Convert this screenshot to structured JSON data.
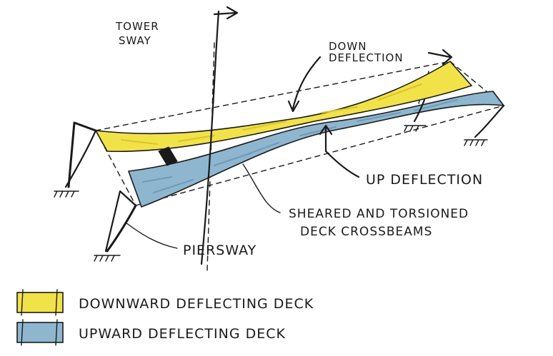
{
  "diagram": {
    "labels": {
      "tower_sway": [
        "TOWER",
        "SWAY"
      ],
      "down_deflection": [
        "DOWN",
        "DEFLECTION"
      ],
      "up_deflection": "UP DEFLECTION",
      "sheared_beams": [
        "SHEARED AND TORSIONED",
        "DECK CROSSBEAMS"
      ],
      "pier_sway": "PIERSWAY"
    },
    "legend": [
      {
        "label": "DOWNWARD DEFLECTING DECK",
        "color": "#f2e24a"
      },
      {
        "label": "UPWARD DEFLECTING DECK",
        "color": "#8fb6cf"
      }
    ],
    "colors": {
      "ink": "#1a1a1a",
      "yellow_deck": "#f2e24a",
      "blue_deck": "#8fb6cf"
    }
  }
}
